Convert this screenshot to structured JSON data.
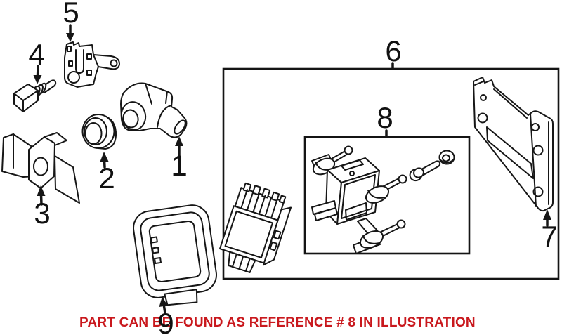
{
  "illustration": {
    "background_color": "#ffffff",
    "line_color": "#161616",
    "callouts": [
      {
        "label": "1"
      },
      {
        "label": "2"
      },
      {
        "label": "3"
      },
      {
        "label": "4"
      },
      {
        "label": "5"
      },
      {
        "label": "6"
      },
      {
        "label": "7"
      },
      {
        "label": "8"
      },
      {
        "label": "9"
      }
    ],
    "notice": {
      "text": "PART CAN BE FOUND AS REFERENCE # 8 IN ILLUSTRATION",
      "color": "#c9181d"
    }
  }
}
